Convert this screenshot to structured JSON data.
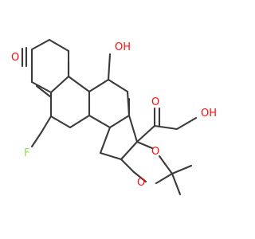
{
  "molecule": {
    "atoms": [
      {
        "id": "o-ketone",
        "text": "O",
        "color": "#ff0d0d"
      },
      {
        "id": "o-hydroxyl-ring",
        "text": "OH",
        "color": "#ff0d0d"
      },
      {
        "id": "o-side-ketone",
        "text": "O",
        "color": "#ff0d0d"
      },
      {
        "id": "o-side-hydroxyl",
        "text": "OH",
        "color": "#ff0d0d"
      },
      {
        "id": "o-acetal-upper",
        "text": "O",
        "color": "#ff0d0d"
      },
      {
        "id": "o-acetal-lower",
        "text": "O",
        "color": "#ff0d0d"
      },
      {
        "id": "f-fluorine",
        "text": "F",
        "color": "#90e050"
      }
    ],
    "bond_color": "#3a3a3a"
  }
}
